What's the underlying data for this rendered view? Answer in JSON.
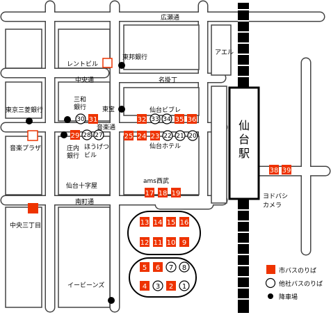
{
  "streets": {
    "hirose": "広瀬通",
    "chuo": "中央通",
    "nakakecho": "名掛丁",
    "ongaku": "音楽通",
    "minamimachi": "南町通"
  },
  "buildings": {
    "renty": "レントビル",
    "toho_bank": "東邦銀行",
    "sanwa_bank_1": "三和",
    "sanwa_bank_2": "銀行",
    "toho_store": "東宝",
    "aeru": "アエル",
    "tokyo_mitsubishi": "東京三菱銀行",
    "ongaku_plaza": "音楽プラザ",
    "sendai_biblos": "仙台ビブレ",
    "sendai_hotel": "仙台ホテル",
    "shonai_bank_1": "庄内",
    "shonai_bank_2": "銀行",
    "horugetsu_1": "ほうげつ",
    "horugetsu_2": "ビル",
    "sendai_jujiya": "仙台十字屋",
    "ams_seibu": "ams西武",
    "chuo_sanchome": "中央三丁目",
    "ibeans": "イービーンズ",
    "yodobashi_1": "ヨドバシ",
    "yodobashi_2": "カメラ",
    "station_char_1": "仙",
    "station_char_2": "台",
    "station_char_3": "駅"
  },
  "stops": {
    "city": {
      "s31": "31",
      "s29": "29",
      "s32": "32",
      "s35": "35",
      "s36": "36",
      "s25": "25",
      "s24": "24",
      "s23": "23",
      "s17": "17",
      "s18": "18",
      "s19": "19",
      "s13": "13",
      "s14": "14",
      "s15": "15",
      "s16": "16",
      "s12": "12",
      "s11": "11",
      "s10": "10",
      "s9": "9",
      "s5": "5",
      "s6": "6",
      "s4": "4",
      "s2": "2",
      "s38": "38",
      "s39": "39"
    },
    "other": {
      "s30": "30",
      "s28": "28",
      "s27": "27",
      "s33": "33",
      "s34": "34",
      "s22": "22",
      "s21": "21",
      "s20": "20",
      "s7": "7",
      "s8": "8",
      "s3": "3",
      "s1": "1"
    }
  },
  "legend": {
    "city_bus": "市バスのりば",
    "other_bus": "他社バスのりば",
    "alighting": "降車場"
  },
  "colors": {
    "city_stop": "#ee3300",
    "street_outline": "#444444",
    "text": "#000000"
  }
}
